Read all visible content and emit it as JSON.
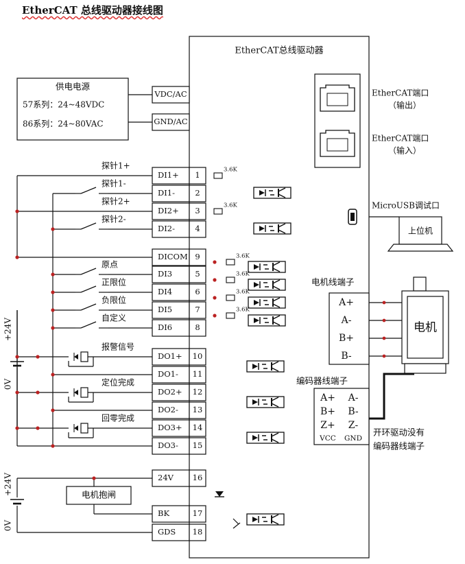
{
  "title": "EtherCAT 总线驱动器接线图",
  "driver": {
    "label": "EtherCAT总线驱动器",
    "port_out": "EtherCAT端口",
    "port_out_sub": "（输出）",
    "port_in": "EtherCAT端口",
    "port_in_sub": "（输入）",
    "usb": "MicroUSB调试口",
    "pc": "上位机"
  },
  "power": {
    "title": "供电电源",
    "line1": "57系列：24~48VDC",
    "line2": "86系列：24~80VAC",
    "vdc": "VDC/AC",
    "gnd": "GND/AC"
  },
  "probes": [
    {
      "name": "探针1+",
      "term": "DI1+",
      "pin": "1"
    },
    {
      "name": "探针1-",
      "term": "DI1-",
      "pin": "2"
    },
    {
      "name": "探针2+",
      "term": "DI2+",
      "pin": "3"
    },
    {
      "name": "探针2-",
      "term": "DI2-",
      "pin": "4"
    }
  ],
  "inputs": [
    {
      "name": "",
      "term": "DICOM",
      "pin": "9"
    },
    {
      "name": "原点",
      "term": "DI3",
      "pin": "5"
    },
    {
      "name": "正限位",
      "term": "DI4",
      "pin": "6"
    },
    {
      "name": "负限位",
      "term": "DI5",
      "pin": "7"
    },
    {
      "name": "自定义",
      "term": "DI6",
      "pin": "8"
    }
  ],
  "outputs": [
    {
      "name": "报警信号",
      "term": "DO1+",
      "pin": "10"
    },
    {
      "name": "",
      "term": "DO1-",
      "pin": "11"
    },
    {
      "name": "定位完成",
      "term": "DO2+",
      "pin": "12"
    },
    {
      "name": "",
      "term": "DO2-",
      "pin": "13"
    },
    {
      "name": "回零完成",
      "term": "DO3+",
      "pin": "14"
    },
    {
      "name": "",
      "term": "DO3-",
      "pin": "15"
    }
  ],
  "brake": {
    "name": "电机抱闸",
    "t1": "24V",
    "p1": "16",
    "t2": "BK",
    "p2": "17",
    "t3": "GDS",
    "p3": "18"
  },
  "resistor": "3.6K",
  "supply": {
    "plus": "+24V",
    "zero": "0V"
  },
  "motor": {
    "terminal_title": "电机线端子",
    "pins": [
      "A+",
      "A-",
      "B+",
      "B-"
    ],
    "label": "电机"
  },
  "encoder": {
    "title": "编码器线端子",
    "rows": [
      [
        "A+",
        "A-"
      ],
      [
        "B+",
        "B-"
      ],
      [
        "Z+",
        "Z-"
      ],
      [
        "VCC",
        "GND"
      ]
    ],
    "note1": "开环驱动没有",
    "note2": "编码器线端子"
  }
}
